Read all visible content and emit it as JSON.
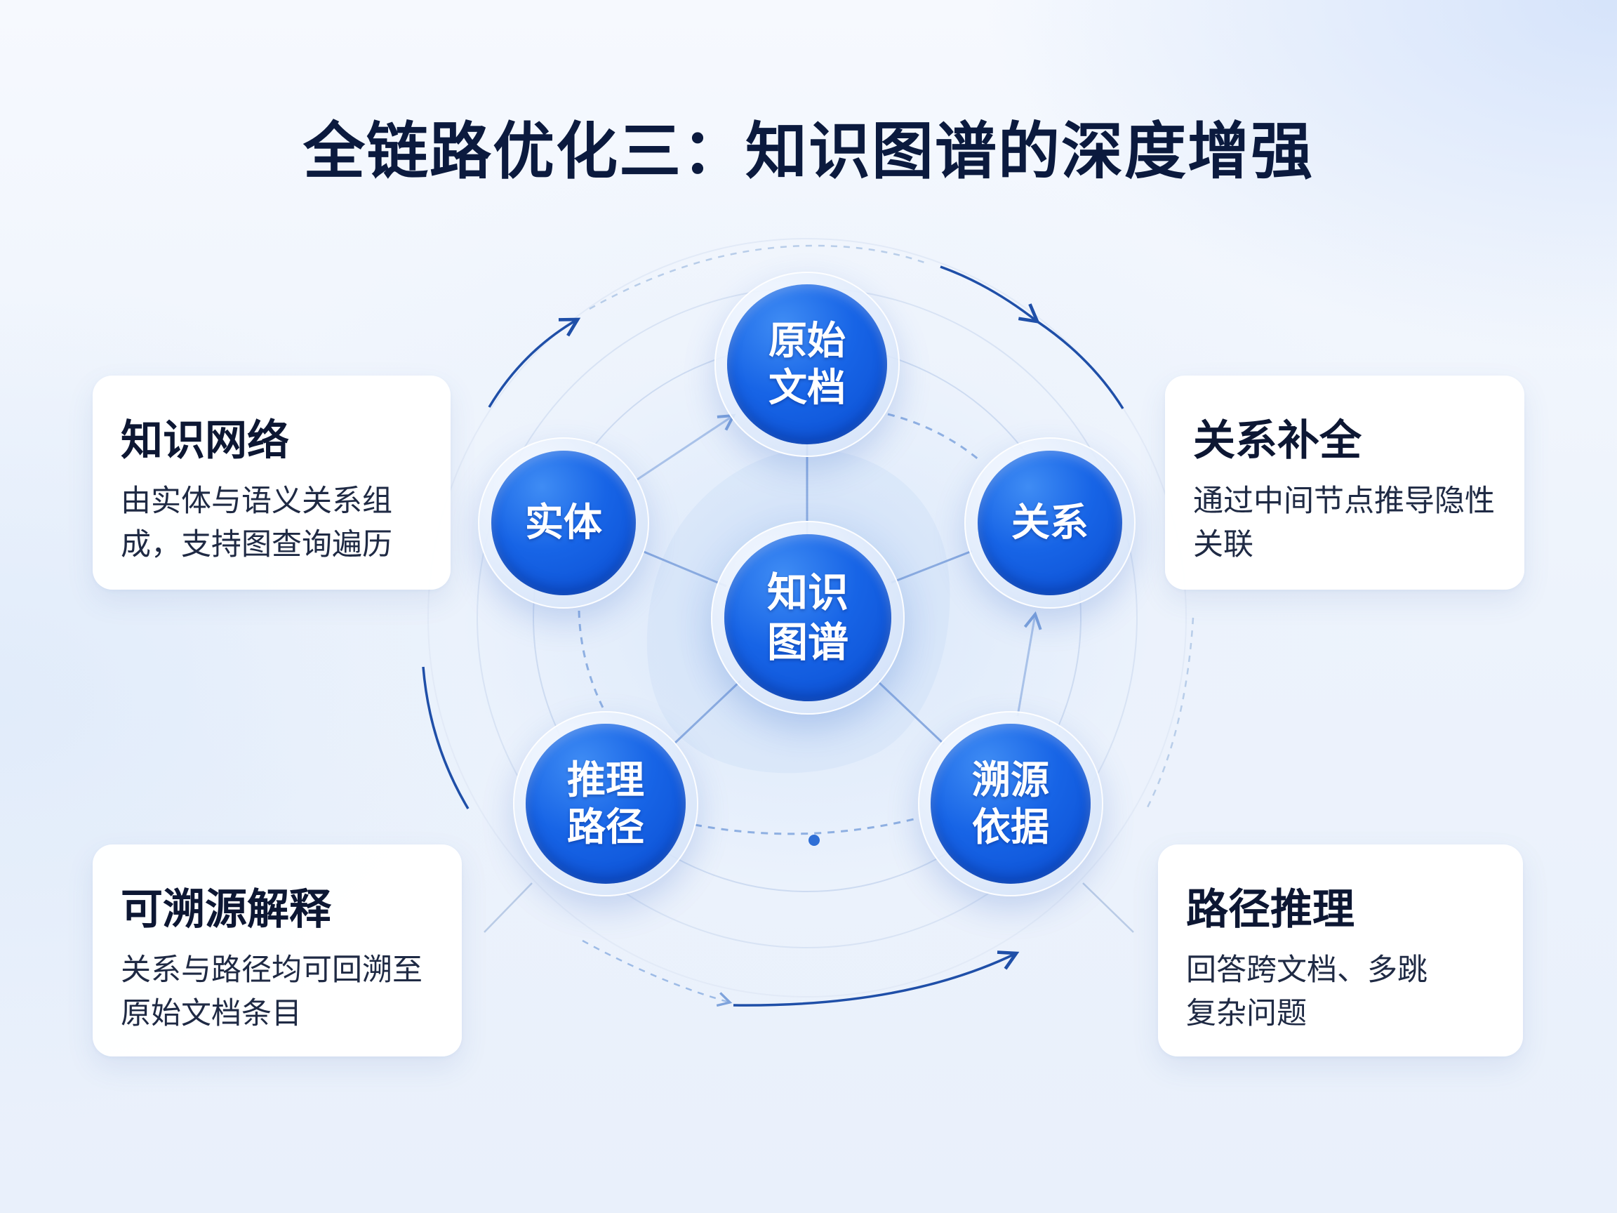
{
  "title": "全链路优化三：知识图谱的深度增强",
  "center_node": "知识\n图谱",
  "nodes": {
    "top": "原始\n文档",
    "left": "实体",
    "right": "关系",
    "bottom_left": "推理\n路径",
    "bottom_right": "溯源\n依据"
  },
  "cards": {
    "top_left": {
      "title": "知识网络",
      "body": "由实体与语义关系组\n成，支持图查询遍历"
    },
    "top_right": {
      "title": "关系补全",
      "body": "通过中间节点推导隐性\n关联"
    },
    "bottom_left": {
      "title": "可溯源解释",
      "body": "关系与路径均可回溯至\n原始文档条目"
    },
    "bottom_right": {
      "title": "路径推理",
      "body": "回答跨文档、多跳\n复杂问题"
    }
  },
  "colors": {
    "node_blue": "#1764e6",
    "title_navy": "#0b1a3e",
    "line_blue": "#6a95d8",
    "arc_navy": "#1f4fa8"
  }
}
